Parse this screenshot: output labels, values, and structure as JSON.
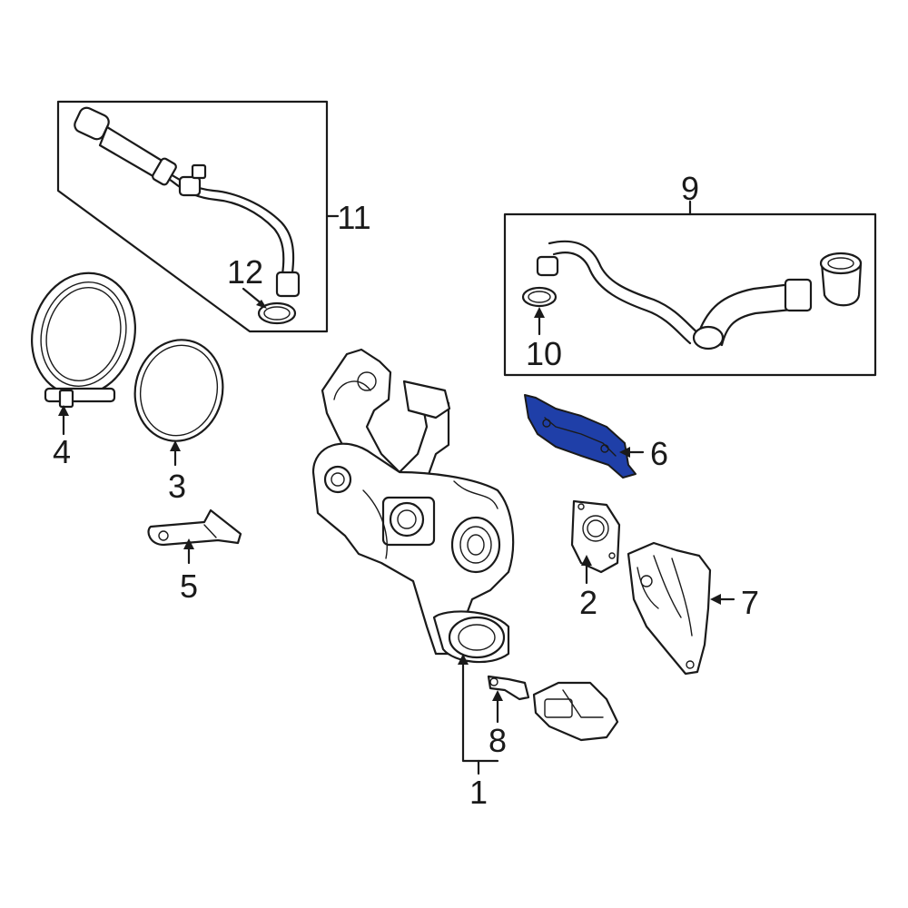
{
  "highlight_color": "#1f3fa8",
  "callouts": {
    "c1": "1",
    "c2": "2",
    "c3": "3",
    "c4": "4",
    "c5": "5",
    "c6": "6",
    "c7": "7",
    "c8": "8",
    "c9": "9",
    "c10": "10",
    "c11": "11",
    "c12": "12"
  },
  "highlighted_part": "6"
}
